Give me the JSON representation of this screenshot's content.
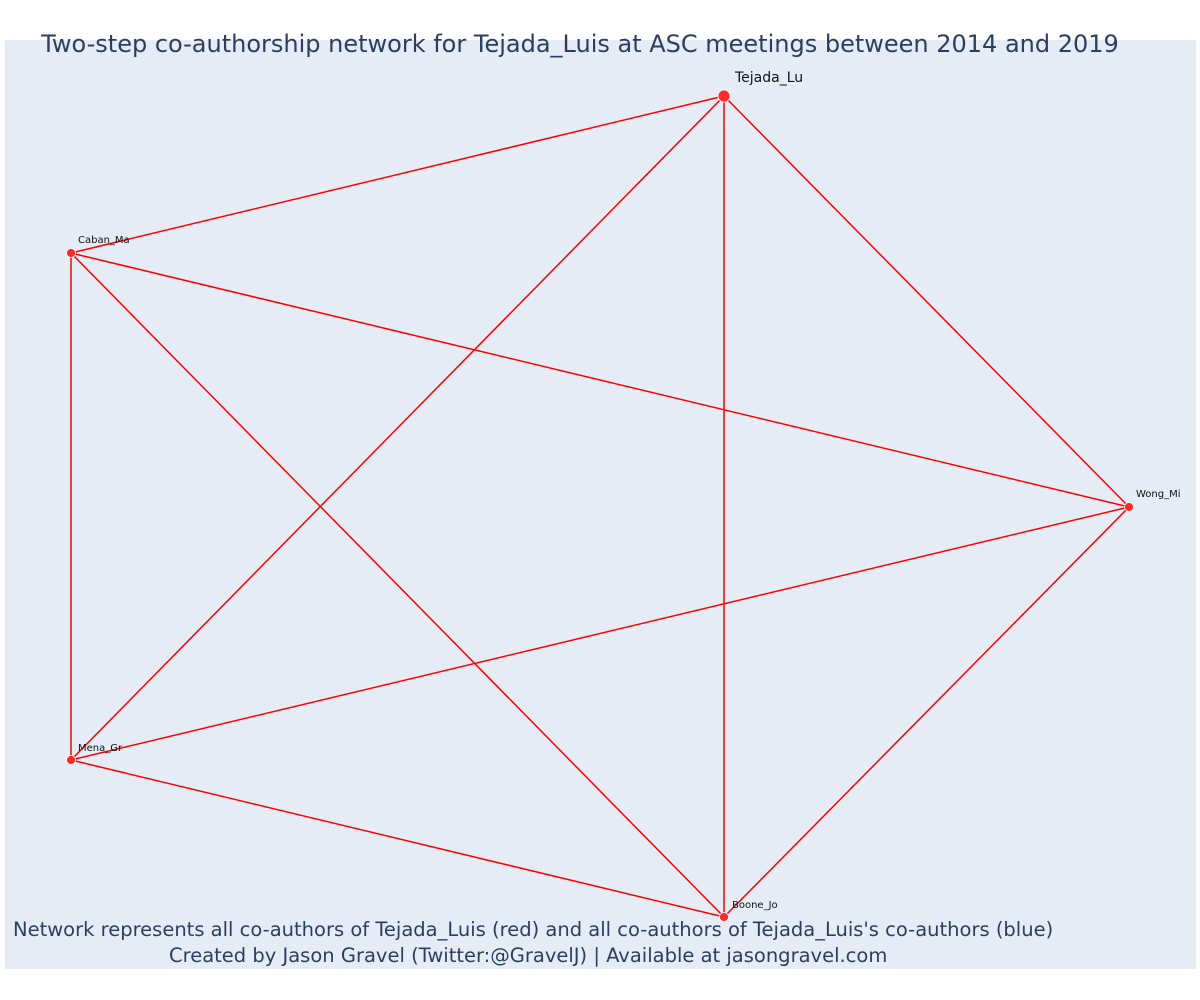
{
  "title": "Two-step co-authorship network for Tejada_Luis at ASC meetings between 2014 and 2019",
  "caption": {
    "line1": "Network represents all co-authors of Tejada_Luis (red) and all co-authors of Tejada_Luis's co-authors (blue)",
    "line2": "Created by Jason Gravel (Twitter:@GravelJ) | Available at jasongravel.com"
  },
  "colors": {
    "background": "#e5ecf6",
    "edge": "#ff0000",
    "node": "#ff2a2a",
    "text": "#2a3f5f"
  },
  "nodes": [
    {
      "id": "Tejada_Lu",
      "label": "Tejada_Lu",
      "role": "focal"
    },
    {
      "id": "Caban_Ma",
      "label": "Caban_Ma",
      "role": "co-author"
    },
    {
      "id": "Wong_Mi",
      "label": "Wong_Mi",
      "role": "co-author"
    },
    {
      "id": "Mena_Gr",
      "label": "Mena_Gr",
      "role": "co-author"
    },
    {
      "id": "Boone_Jo",
      "label": "Boone_Jo",
      "role": "co-author"
    }
  ],
  "edges": [
    [
      "Tejada_Lu",
      "Caban_Ma"
    ],
    [
      "Tejada_Lu",
      "Wong_Mi"
    ],
    [
      "Tejada_Lu",
      "Mena_Gr"
    ],
    [
      "Tejada_Lu",
      "Boone_Jo"
    ],
    [
      "Caban_Ma",
      "Wong_Mi"
    ],
    [
      "Caban_Ma",
      "Mena_Gr"
    ],
    [
      "Caban_Ma",
      "Boone_Jo"
    ],
    [
      "Wong_Mi",
      "Mena_Gr"
    ],
    [
      "Wong_Mi",
      "Boone_Jo"
    ],
    [
      "Mena_Gr",
      "Boone_Jo"
    ]
  ]
}
